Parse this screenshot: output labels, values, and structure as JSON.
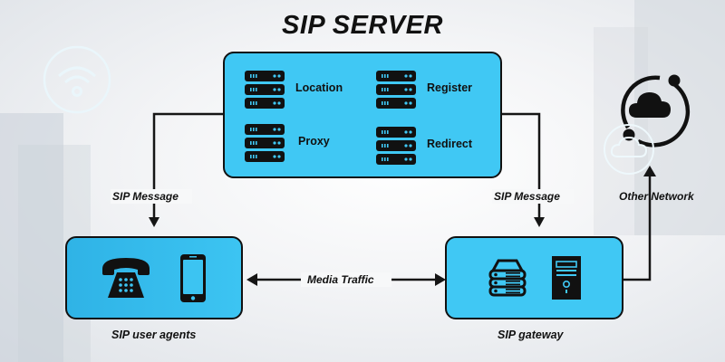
{
  "title": "SIP SERVER",
  "server": {
    "components": [
      {
        "label": "Location",
        "icon": "server-rack-icon"
      },
      {
        "label": "Register",
        "icon": "server-rack-icon"
      },
      {
        "label": "Proxy",
        "icon": "server-rack-icon"
      },
      {
        "label": "Redirect",
        "icon": "server-rack-icon"
      }
    ]
  },
  "edges": {
    "left_message": "SIP Message",
    "right_message": "SIP Message",
    "media": "Media Traffic",
    "other": "Other Network"
  },
  "nodes": {
    "user_agents": {
      "label": "SIP user agents",
      "icons": [
        "desk-phone-icon",
        "smartphone-icon"
      ]
    },
    "gateway": {
      "label": "SIP gateway",
      "icons": [
        "server-stack-icon",
        "desktop-tower-icon"
      ]
    },
    "other_network": {
      "icon": "cloud-orbit-icon"
    }
  },
  "colors": {
    "box_fill": "#40c8f4",
    "outline": "#111111",
    "background": "#f3f4f6"
  }
}
